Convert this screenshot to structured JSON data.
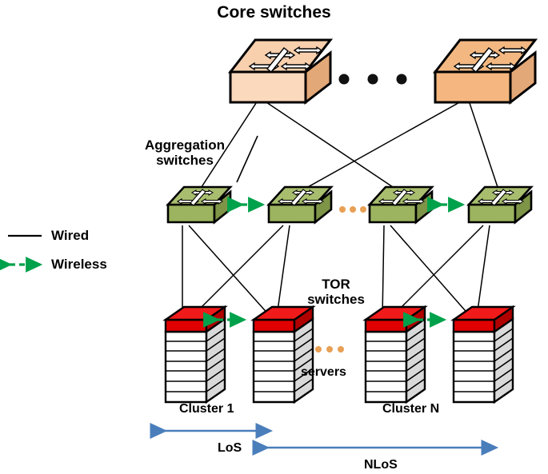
{
  "diagram": {
    "title": "Core switches",
    "type": "data-center network topology",
    "labels": {
      "aggregation_switches": "Aggregation\nswitches",
      "aggregation_line1": "Aggregation",
      "aggregation_line2": "switches",
      "tor_switches_line1": "TOR",
      "tor_switches_line2": "switches",
      "servers": "servers",
      "cluster_first": "Cluster 1",
      "cluster_last": "Cluster  N",
      "los": "LoS",
      "nlos": "NLoS"
    },
    "legend": {
      "items": [
        {
          "label": "Wired",
          "style": "solid-line",
          "color": "#000000",
          "icon": "solid-line-icon"
        },
        {
          "label": "Wireless",
          "style": "dashed-double-arrow",
          "color": "#00A14B",
          "icon": "dashed-double-arrow-icon"
        }
      ]
    },
    "colors": {
      "core_switch_top": "#F9D0AE",
      "core_switch_top_right": "#F3B882",
      "core_switch_front": "#FBD9BD",
      "core_switch_front_right": "#F5B77F",
      "core_switch_side": "#E3A877",
      "aggregation_switch_top": "#A8BE6E",
      "aggregation_switch_front": "#9CB35F",
      "aggregation_switch_side": "#7E9447",
      "tor_switch_top": "#F01A1A",
      "tor_switch_front": "#E00000",
      "tor_switch_side": "#B00000",
      "server_front": "#FFFFFF",
      "server_side": "#D9D9D9",
      "wireless_green": "#00A14B",
      "measure_arrow_blue": "#4A7EBB",
      "ellipsis_black": "#111111",
      "ellipsis_orange": "#E8A055",
      "outline": "#000000"
    },
    "tiers": {
      "core": {
        "name": "Core switches",
        "count_shown": 2,
        "ellipsis": {
          "kind": "black-dots",
          "count": 3
        }
      },
      "aggregation": {
        "name": "Aggregation switches",
        "count_shown": 4,
        "ellipsis": {
          "kind": "orange-dots",
          "count": 3
        },
        "wireless_pairs": 2
      },
      "tor": {
        "name": "TOR switches",
        "count_shown": 4,
        "ellipsis": {
          "kind": "orange-dots",
          "count": 3
        },
        "wireless_pairs": 2
      },
      "racks": {
        "name": "servers",
        "count_shown": 4,
        "server_slots_per_rack": 7
      }
    },
    "measures": [
      {
        "label": "LoS",
        "description": "intra-cluster wireless span"
      },
      {
        "label": "NLoS",
        "description": "inter-cluster wireless span"
      }
    ]
  }
}
